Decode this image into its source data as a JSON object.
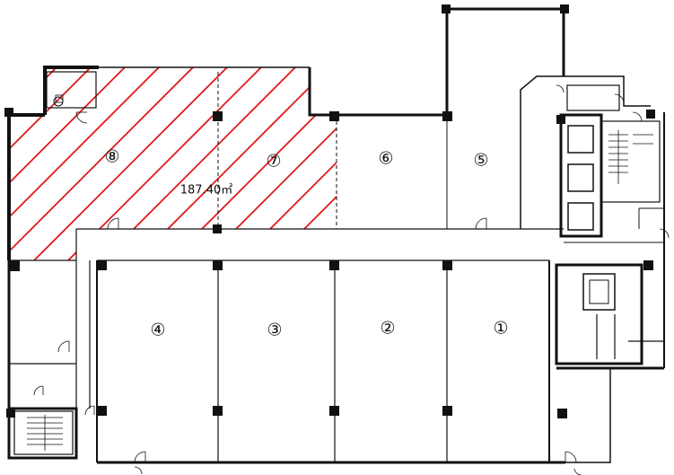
{
  "units": [
    {
      "id": "unit-1",
      "label": "①",
      "leased": false
    },
    {
      "id": "unit-2",
      "label": "②",
      "leased": false
    },
    {
      "id": "unit-3",
      "label": "③",
      "leased": false
    },
    {
      "id": "unit-4",
      "label": "④",
      "leased": false
    },
    {
      "id": "unit-5",
      "label": "⑤",
      "leased": false
    },
    {
      "id": "unit-6",
      "label": "⑥",
      "leased": false
    },
    {
      "id": "unit-7",
      "label": "⑦",
      "leased": true
    },
    {
      "id": "unit-8",
      "label": "⑧",
      "leased": true
    }
  ],
  "highlight": {
    "area_text": "187.40㎡",
    "hatch_color": "#e01818"
  },
  "colors": {
    "wall": "#111111",
    "background": "#ffffff"
  }
}
